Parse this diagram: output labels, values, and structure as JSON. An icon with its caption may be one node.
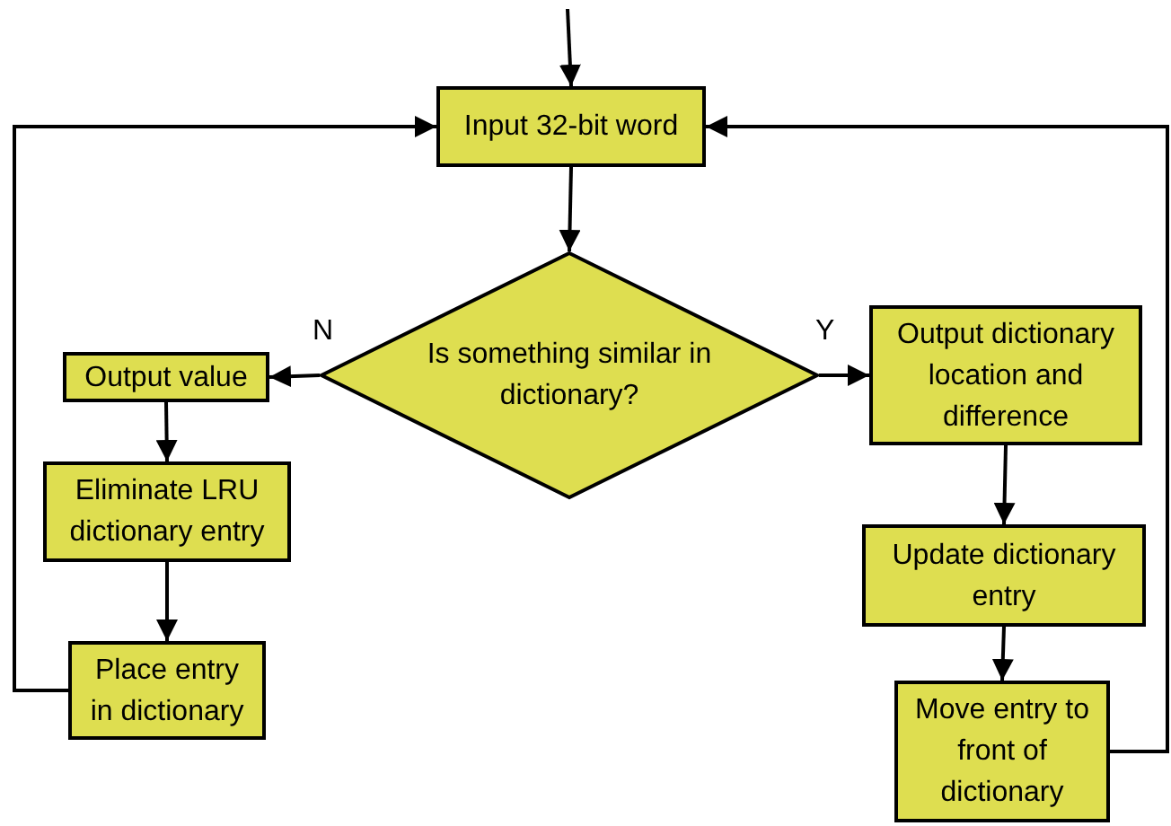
{
  "diagram": {
    "nodes": [
      {
        "text": [
          "Input 32-bit word"
        ]
      },
      {
        "text": [
          "Is something similar in dictionary?"
        ]
      },
      {
        "text": [
          "Output value"
        ]
      },
      {
        "text": [
          "Eliminate LRU dictionary entry"
        ]
      },
      {
        "text": [
          "Place entry in dictionary"
        ]
      },
      {
        "text": [
          "Output dictionary location and difference"
        ]
      },
      {
        "text": [
          "Update dictionary entry"
        ]
      },
      {
        "text": [
          "Move entry to front of dictionary"
        ]
      }
    ],
    "edges": [
      {
        "from": null,
        "to": 0,
        "arrow": "to"
      },
      {
        "from": 0,
        "to": 1,
        "arrow": "to"
      },
      {
        "from": 1,
        "to": 2,
        "arrow": "to",
        "label": "N"
      },
      {
        "from": 1,
        "to": 5,
        "arrow": "to",
        "label": "Y"
      },
      {
        "from": 2,
        "to": 3,
        "arrow": "to"
      },
      {
        "from": 3,
        "to": 4,
        "arrow": "to"
      },
      {
        "from": 4,
        "to": 0,
        "arrow": "to"
      },
      {
        "from": 5,
        "to": 6,
        "arrow": "to"
      },
      {
        "from": 6,
        "to": 7,
        "arrow": "to"
      },
      {
        "from": 7,
        "to": 0,
        "arrow": "to"
      }
    ]
  }
}
